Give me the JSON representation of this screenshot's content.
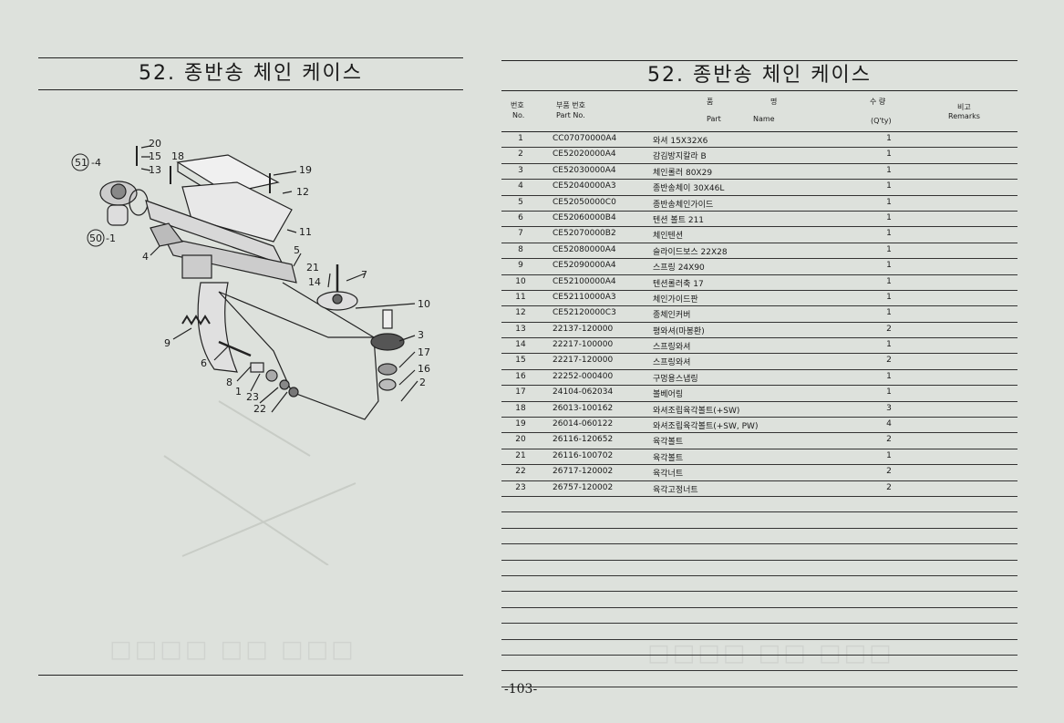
{
  "left_page": {
    "title": "52. 종반송 체인 케이스",
    "callouts": [
      {
        "label": "20"
      },
      {
        "label": "15"
      },
      {
        "label": "13"
      },
      {
        "label": "18"
      },
      {
        "label": "19"
      },
      {
        "label": "12"
      },
      {
        "label": "11"
      },
      {
        "label": "5"
      },
      {
        "label": "4"
      },
      {
        "label": "21"
      },
      {
        "label": "14"
      },
      {
        "label": "7"
      },
      {
        "label": "10"
      },
      {
        "label": "9"
      },
      {
        "label": "6"
      },
      {
        "label": "3"
      },
      {
        "label": "17"
      },
      {
        "label": "16"
      },
      {
        "label": "2"
      },
      {
        "label": "8"
      },
      {
        "label": "1"
      },
      {
        "label": "23"
      },
      {
        "label": "22"
      },
      {
        "label": "51"
      },
      {
        "label": "-4"
      },
      {
        "label": "50"
      },
      {
        "label": "-1"
      }
    ]
  },
  "right_page": {
    "title": "52. 종반송 체인 케이스",
    "header": {
      "no_ko": "번호",
      "no_en": "No.",
      "part_ko": "부품 번호",
      "part_en": "Part  No.",
      "name_ko_1": "품",
      "name_ko_2": "명",
      "name_en_1": "Part",
      "name_en_2": "Name",
      "qty_ko": "수  량",
      "qty_en": "(Q'ty)",
      "remarks_ko": "비고",
      "remarks_en": "Remarks"
    },
    "rows": [
      {
        "no": "1",
        "part": "CC07070000A4",
        "name": "와셔 15X32X6",
        "qty": "1"
      },
      {
        "no": "2",
        "part": "CE52020000A4",
        "name": "감김방지칼라 B",
        "qty": "1"
      },
      {
        "no": "3",
        "part": "CE52030000A4",
        "name": "체인롤러 80X29",
        "qty": "1"
      },
      {
        "no": "4",
        "part": "CE52040000A3",
        "name": "종반송체이 30X46L",
        "qty": "1"
      },
      {
        "no": "5",
        "part": "CE52050000C0",
        "name": "종반송체인가이드",
        "qty": "1"
      },
      {
        "no": "6",
        "part": "CE52060000B4",
        "name": "텐션 볼트 211",
        "qty": "1"
      },
      {
        "no": "7",
        "part": "CE52070000B2",
        "name": "체인텐션",
        "qty": "1"
      },
      {
        "no": "8",
        "part": "CE52080000A4",
        "name": "슬라이드보스 22X28",
        "qty": "1"
      },
      {
        "no": "9",
        "part": "CE52090000A4",
        "name": "스프링 24X90",
        "qty": "1"
      },
      {
        "no": "10",
        "part": "CE52100000A4",
        "name": "텐션롤러축 17",
        "qty": "1"
      },
      {
        "no": "11",
        "part": "CE52110000A3",
        "name": "체인가이드판",
        "qty": "1"
      },
      {
        "no": "12",
        "part": "CE52120000C3",
        "name": "종체인커버",
        "qty": "1"
      },
      {
        "no": "13",
        "part": "22137-120000",
        "name": "평와셔(마봉환)",
        "qty": "2"
      },
      {
        "no": "14",
        "part": "22217-100000",
        "name": "스프링와셔",
        "qty": "1"
      },
      {
        "no": "15",
        "part": "22217-120000",
        "name": "스프링와셔",
        "qty": "2"
      },
      {
        "no": "16",
        "part": "22252-000400",
        "name": "구멍용스냅링",
        "qty": "1"
      },
      {
        "no": "17",
        "part": "24104-062034",
        "name": "볼베어링",
        "qty": "1"
      },
      {
        "no": "18",
        "part": "26013-100162",
        "name": "와셔조립육각볼트(+SW)",
        "qty": "3"
      },
      {
        "no": "19",
        "part": "26014-060122",
        "name": "와셔조립육각볼트(+SW, PW)",
        "qty": "4"
      },
      {
        "no": "20",
        "part": "26116-120652",
        "name": "육각볼트",
        "qty": "2"
      },
      {
        "no": "21",
        "part": "26116-100702",
        "name": "육각볼트",
        "qty": "1"
      },
      {
        "no": "22",
        "part": "26717-120002",
        "name": "육각너트",
        "qty": "2"
      },
      {
        "no": "23",
        "part": "26757-120002",
        "name": "육각고정너트",
        "qty": "2"
      }
    ],
    "page_number": "-103-"
  }
}
